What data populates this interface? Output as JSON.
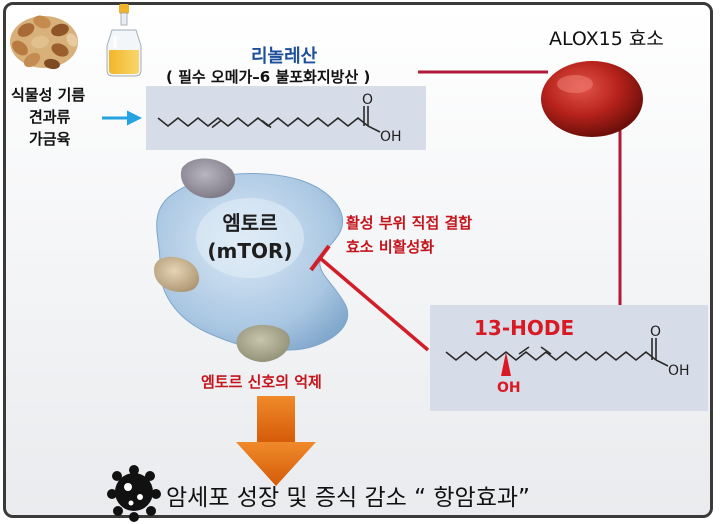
{
  "title_linoleic": "리놀레산",
  "subtitle_linoleic": "( 필수 오메가–6 불포화지방산 )",
  "sources": [
    "식물성 기름",
    "견과류",
    "가금육"
  ],
  "enzyme_label": "ALOX15 효소",
  "mtor_name": "엠토르",
  "mtor_abbr": "(mTOR)",
  "binding_lines": [
    "활성 부위 직접 결합",
    "효소 비활성화"
  ],
  "hode_label": "13-HODE",
  "oh_label": "OH",
  "carboxyl_o": "O",
  "signal_label": "엠토르 신호의 억제",
  "result_label": "암세포 성장 및 증식 감소 “ 항암효과”",
  "colors": {
    "title_blue": "#1d4f9a",
    "inhibit_red": "#d11f2a",
    "hode_red": "#d81a25",
    "arrow_red": "#b0193a",
    "arrow_blue": "#24a3e0",
    "arrow_orange": "#e06a10",
    "mtor_blue": "#a9c6e2",
    "panel_blue": "#d7dde8",
    "sphere_red": "#b7231c"
  },
  "icons": [
    "nuts-icon",
    "oil-bottle-icon",
    "cancer-cell-icon"
  ]
}
